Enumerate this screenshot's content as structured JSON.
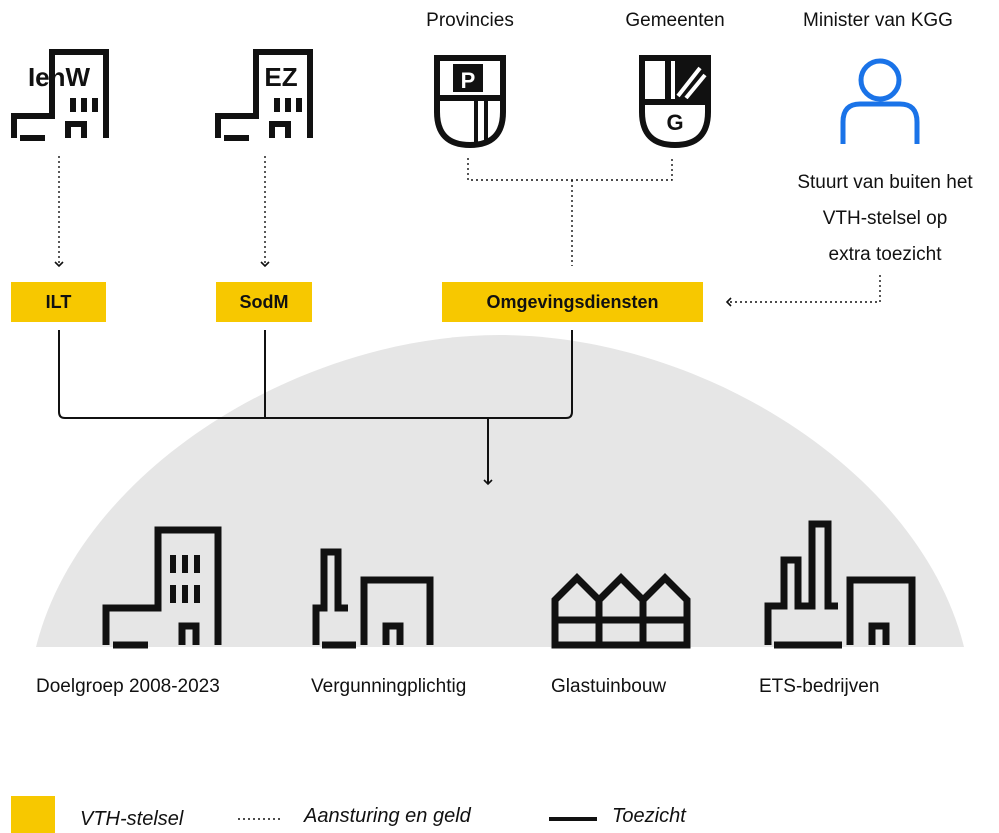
{
  "top_labels": {
    "provincies": "Provincies",
    "gemeenten": "Gemeenten",
    "minister": "Minister van KGG"
  },
  "icon_letters": {
    "ienw": "IenW",
    "ez": "EZ",
    "province_shield": "P",
    "municipality_shield": "G"
  },
  "minister_note": [
    "Stuurt van buiten het",
    "VTH-stelsel op",
    "extra toezicht"
  ],
  "boxes": {
    "ilt": "ILT",
    "sodm": "SodM",
    "omgevingsdiensten": "Omgevingsdiensten"
  },
  "targets": {
    "doelgroep": "Doelgroep 2008-2023",
    "vergunningplichtig": "Vergunningplichtig",
    "glastuinbouw": "Glastuinbouw",
    "ets": "ETS-bedrijven"
  },
  "legend": {
    "vth": "VTH-stelsel",
    "aansturing": "Aansturing en geld",
    "toezicht": "Toezicht"
  },
  "colors": {
    "vth_yellow": "#f7c800",
    "icon_black": "#111111",
    "person_blue": "#1a73e8",
    "dome_gray": "#e6e6e6"
  }
}
